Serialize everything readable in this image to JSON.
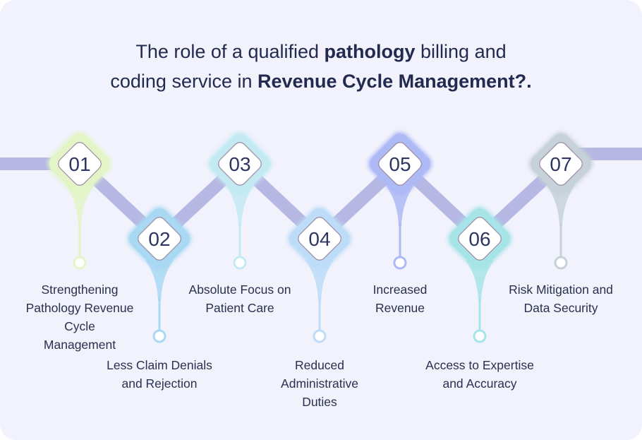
{
  "title": {
    "line1_pre": "The role of a qualified ",
    "line1_bold": "pathology",
    "line1_post": " billing and",
    "line2_pre": "coding service in ",
    "line2_bold": "Revenue Cycle Management?."
  },
  "steps": [
    {
      "number": "01",
      "label_lines": [
        "Strengthening",
        "Pathology Revenue",
        "Cycle",
        "Management"
      ],
      "accent": "#e3f5c6"
    },
    {
      "number": "02",
      "label_lines": [
        "Less Claim Denials",
        "and Rejection"
      ],
      "accent": "#a9d8f3"
    },
    {
      "number": "03",
      "label_lines": [
        "Absolute Focus on",
        "Patient Care"
      ],
      "accent": "#c3eaf3"
    },
    {
      "number": "04",
      "label_lines": [
        "Reduced",
        "Administrative",
        "Duties"
      ],
      "accent": "#bcdcf7"
    },
    {
      "number": "05",
      "label_lines": [
        "Increased",
        "Revenue"
      ],
      "accent": "#aebaf5"
    },
    {
      "number": "06",
      "label_lines": [
        "Access to Expertise",
        "and Accuracy"
      ],
      "accent": "#a6e4e8"
    },
    {
      "number": "07",
      "label_lines": [
        "Risk Mitigation and",
        "Data Security"
      ],
      "accent": "#c7d2d8"
    }
  ],
  "colors": {
    "connector": "#b6b8e3",
    "background": "#f1f2fc",
    "text": "#232a4f"
  }
}
